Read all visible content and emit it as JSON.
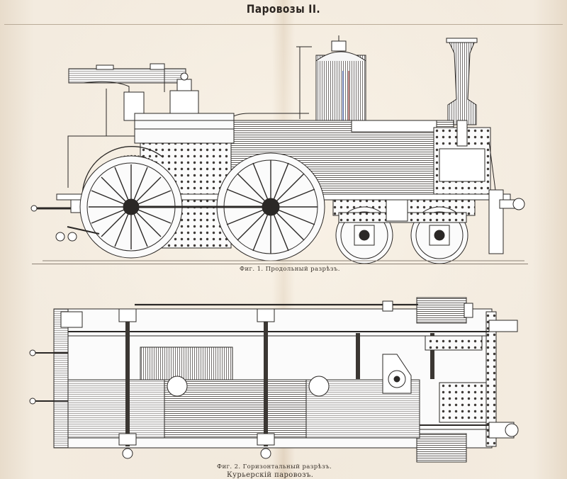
{
  "page": {
    "title": "Паровозы II."
  },
  "figures": [
    {
      "caption": "Фиг. 1. Продольный разрѣзъ."
    },
    {
      "caption": "Фиг. 2. Горизонтальный разрѣзъ.",
      "subcaption": "Курьерскій паровозъ."
    }
  ],
  "colors": {
    "paper": "#f2e9dc",
    "ink": "#2b2826",
    "tint_blue": "#6f7fb0",
    "tint_red": "#b86a6a"
  }
}
